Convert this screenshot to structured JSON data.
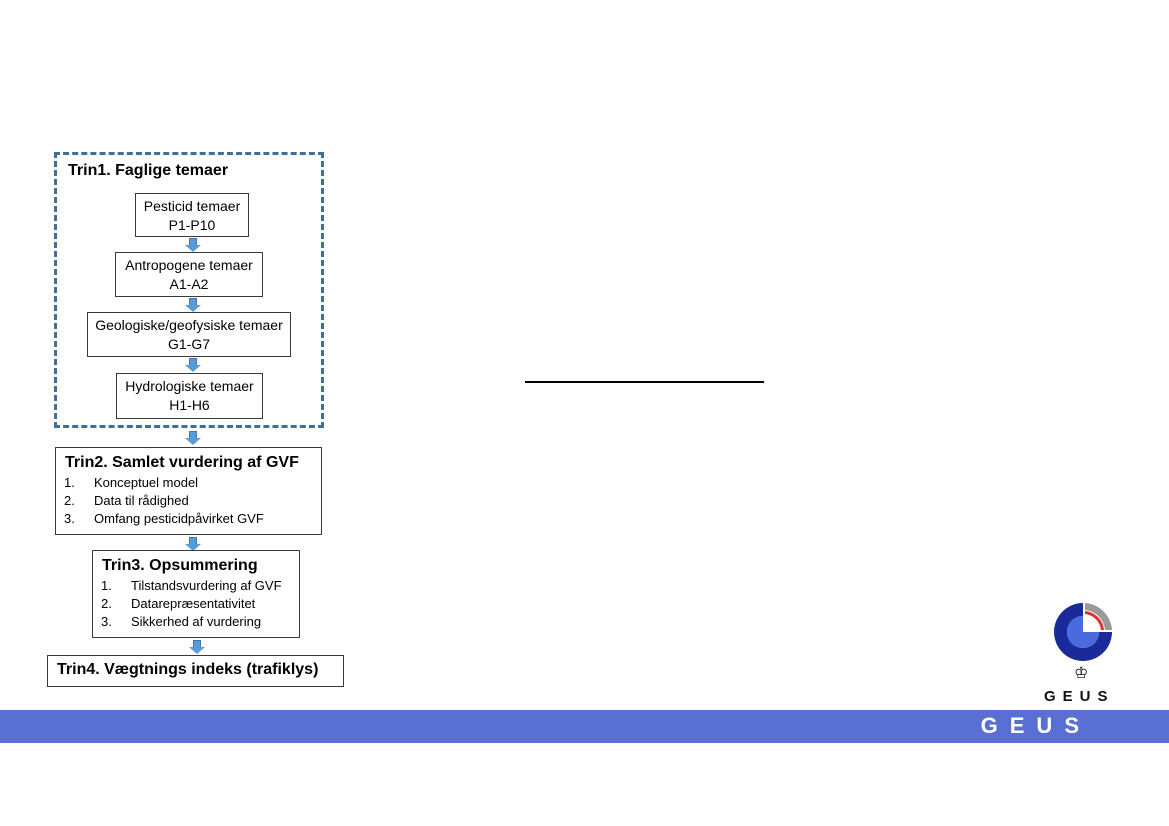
{
  "trin1": {
    "title": "Trin1. Faglige temaer",
    "boxes": [
      {
        "line1": "Pesticid temaer",
        "line2": "P1-P10"
      },
      {
        "line1": "Antropogene temaer",
        "line2": "A1-A2"
      },
      {
        "line1": "Geologiske/geofysiske temaer",
        "line2": "G1-G7"
      },
      {
        "line1": "Hydrologiske temaer",
        "line2": "H1-H6"
      }
    ]
  },
  "trin2": {
    "title": "Trin2. Samlet vurdering af GVF",
    "items": [
      {
        "num": "1.",
        "text": "Konceptuel model"
      },
      {
        "num": "2.",
        "text": "Data til rådighed"
      },
      {
        "num": "3.",
        "text": "Omfang pesticidpåvirket GVF"
      }
    ]
  },
  "trin3": {
    "title": "Trin3. Opsummering",
    "items": [
      {
        "num": "1.",
        "text": "Tilstandsvurdering af GVF"
      },
      {
        "num": "2.",
        "text": "Datarepræsentativitet"
      },
      {
        "num": "3.",
        "text": "Sikkerhed af vurdering"
      }
    ]
  },
  "trin4": {
    "title": "Trin4. Vægtnings indeks (trafiklys)"
  },
  "logo": {
    "text": "GEUS",
    "crown": "♔"
  },
  "footer": {
    "text": "GEUS"
  },
  "colors": {
    "accent": "#5a6fd4",
    "dash": "#3c6f9a",
    "arrow": "#5b9bd5",
    "logo_blue": "#1a2a9a",
    "logo_red": "#e03030",
    "logo_grey": "#9a9a9a"
  }
}
